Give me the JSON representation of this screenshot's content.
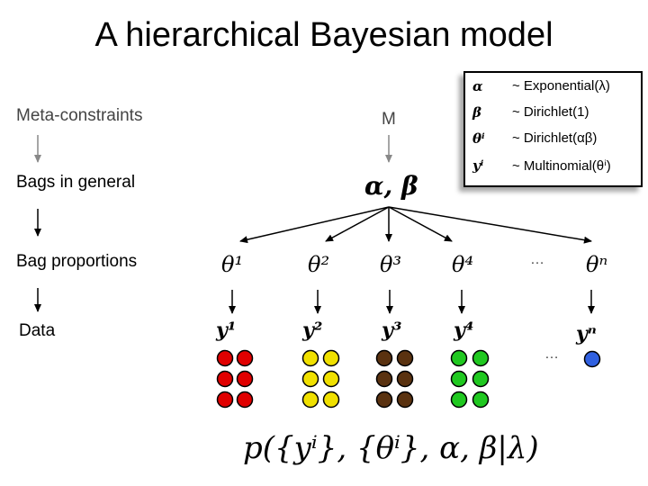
{
  "title": "A hierarchical Bayesian model",
  "levels": {
    "meta": "Meta-constraints",
    "bags_general": "Bags in general",
    "bag_proportions": "Bag proportions",
    "data": "Data"
  },
  "model_label": "M",
  "hyperparams": "α, β",
  "thetas": [
    "θ¹",
    "θ²",
    "θ³",
    "θ⁴",
    "θⁿ"
  ],
  "ys": [
    "y¹",
    "y²",
    "y³",
    "y⁴",
    "yⁿ"
  ],
  "ellipsis": "…",
  "distributions": [
    {
      "var": "α",
      "expr": "~ Exponential(λ)"
    },
    {
      "var": "β",
      "expr": "~ Dirichlet(1)"
    },
    {
      "var": "θⁱ",
      "expr": "~ Dirichlet(αβ)"
    },
    {
      "var": "yⁱ",
      "expr": "~ Multinomial(θⁱ)"
    }
  ],
  "formula": "p({yⁱ}, {θⁱ}, α, β|λ)",
  "colors": {
    "bag1": "#e00000",
    "bag2": "#f0e000",
    "bag3": "#5a3210",
    "bag4": "#20c820",
    "bagn": "#3060e0",
    "arrow": "#000000",
    "gray_arrow": "#888888"
  }
}
